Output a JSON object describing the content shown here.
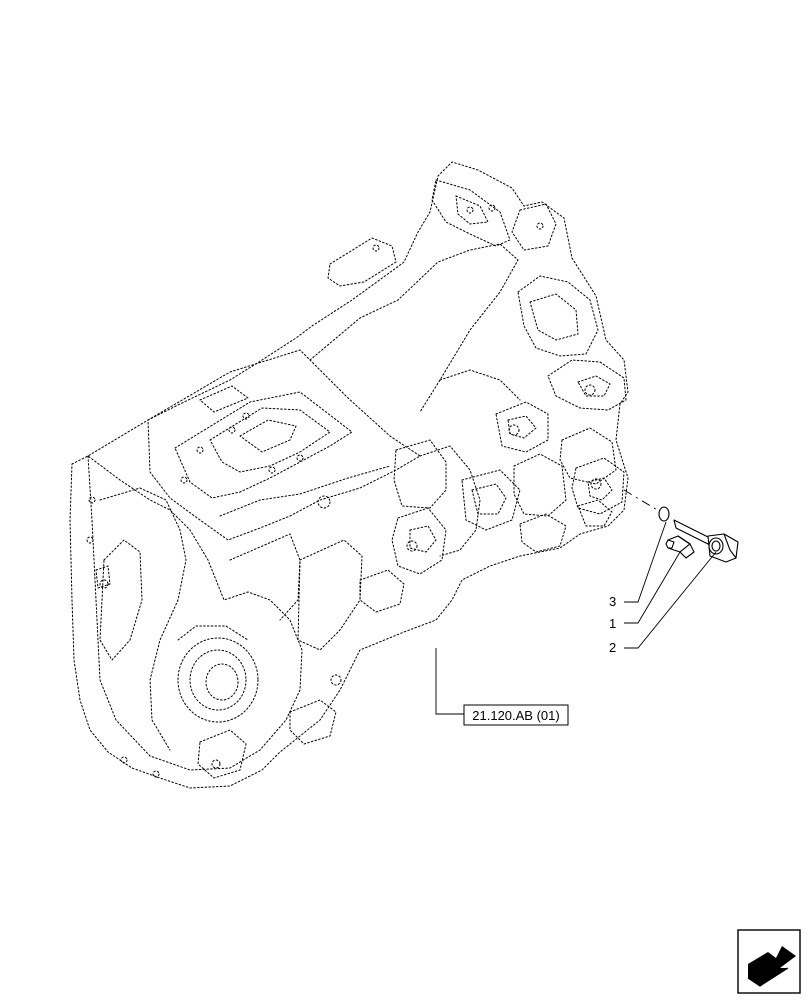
{
  "reference_box": {
    "label": "21.120.AB (01)"
  },
  "callouts": [
    {
      "number": "3",
      "part": "o-ring"
    },
    {
      "number": "1",
      "part": "fitting"
    },
    {
      "number": "2",
      "part": "sensor-plug"
    }
  ],
  "nav_icon": "next-page-arrow-icon"
}
